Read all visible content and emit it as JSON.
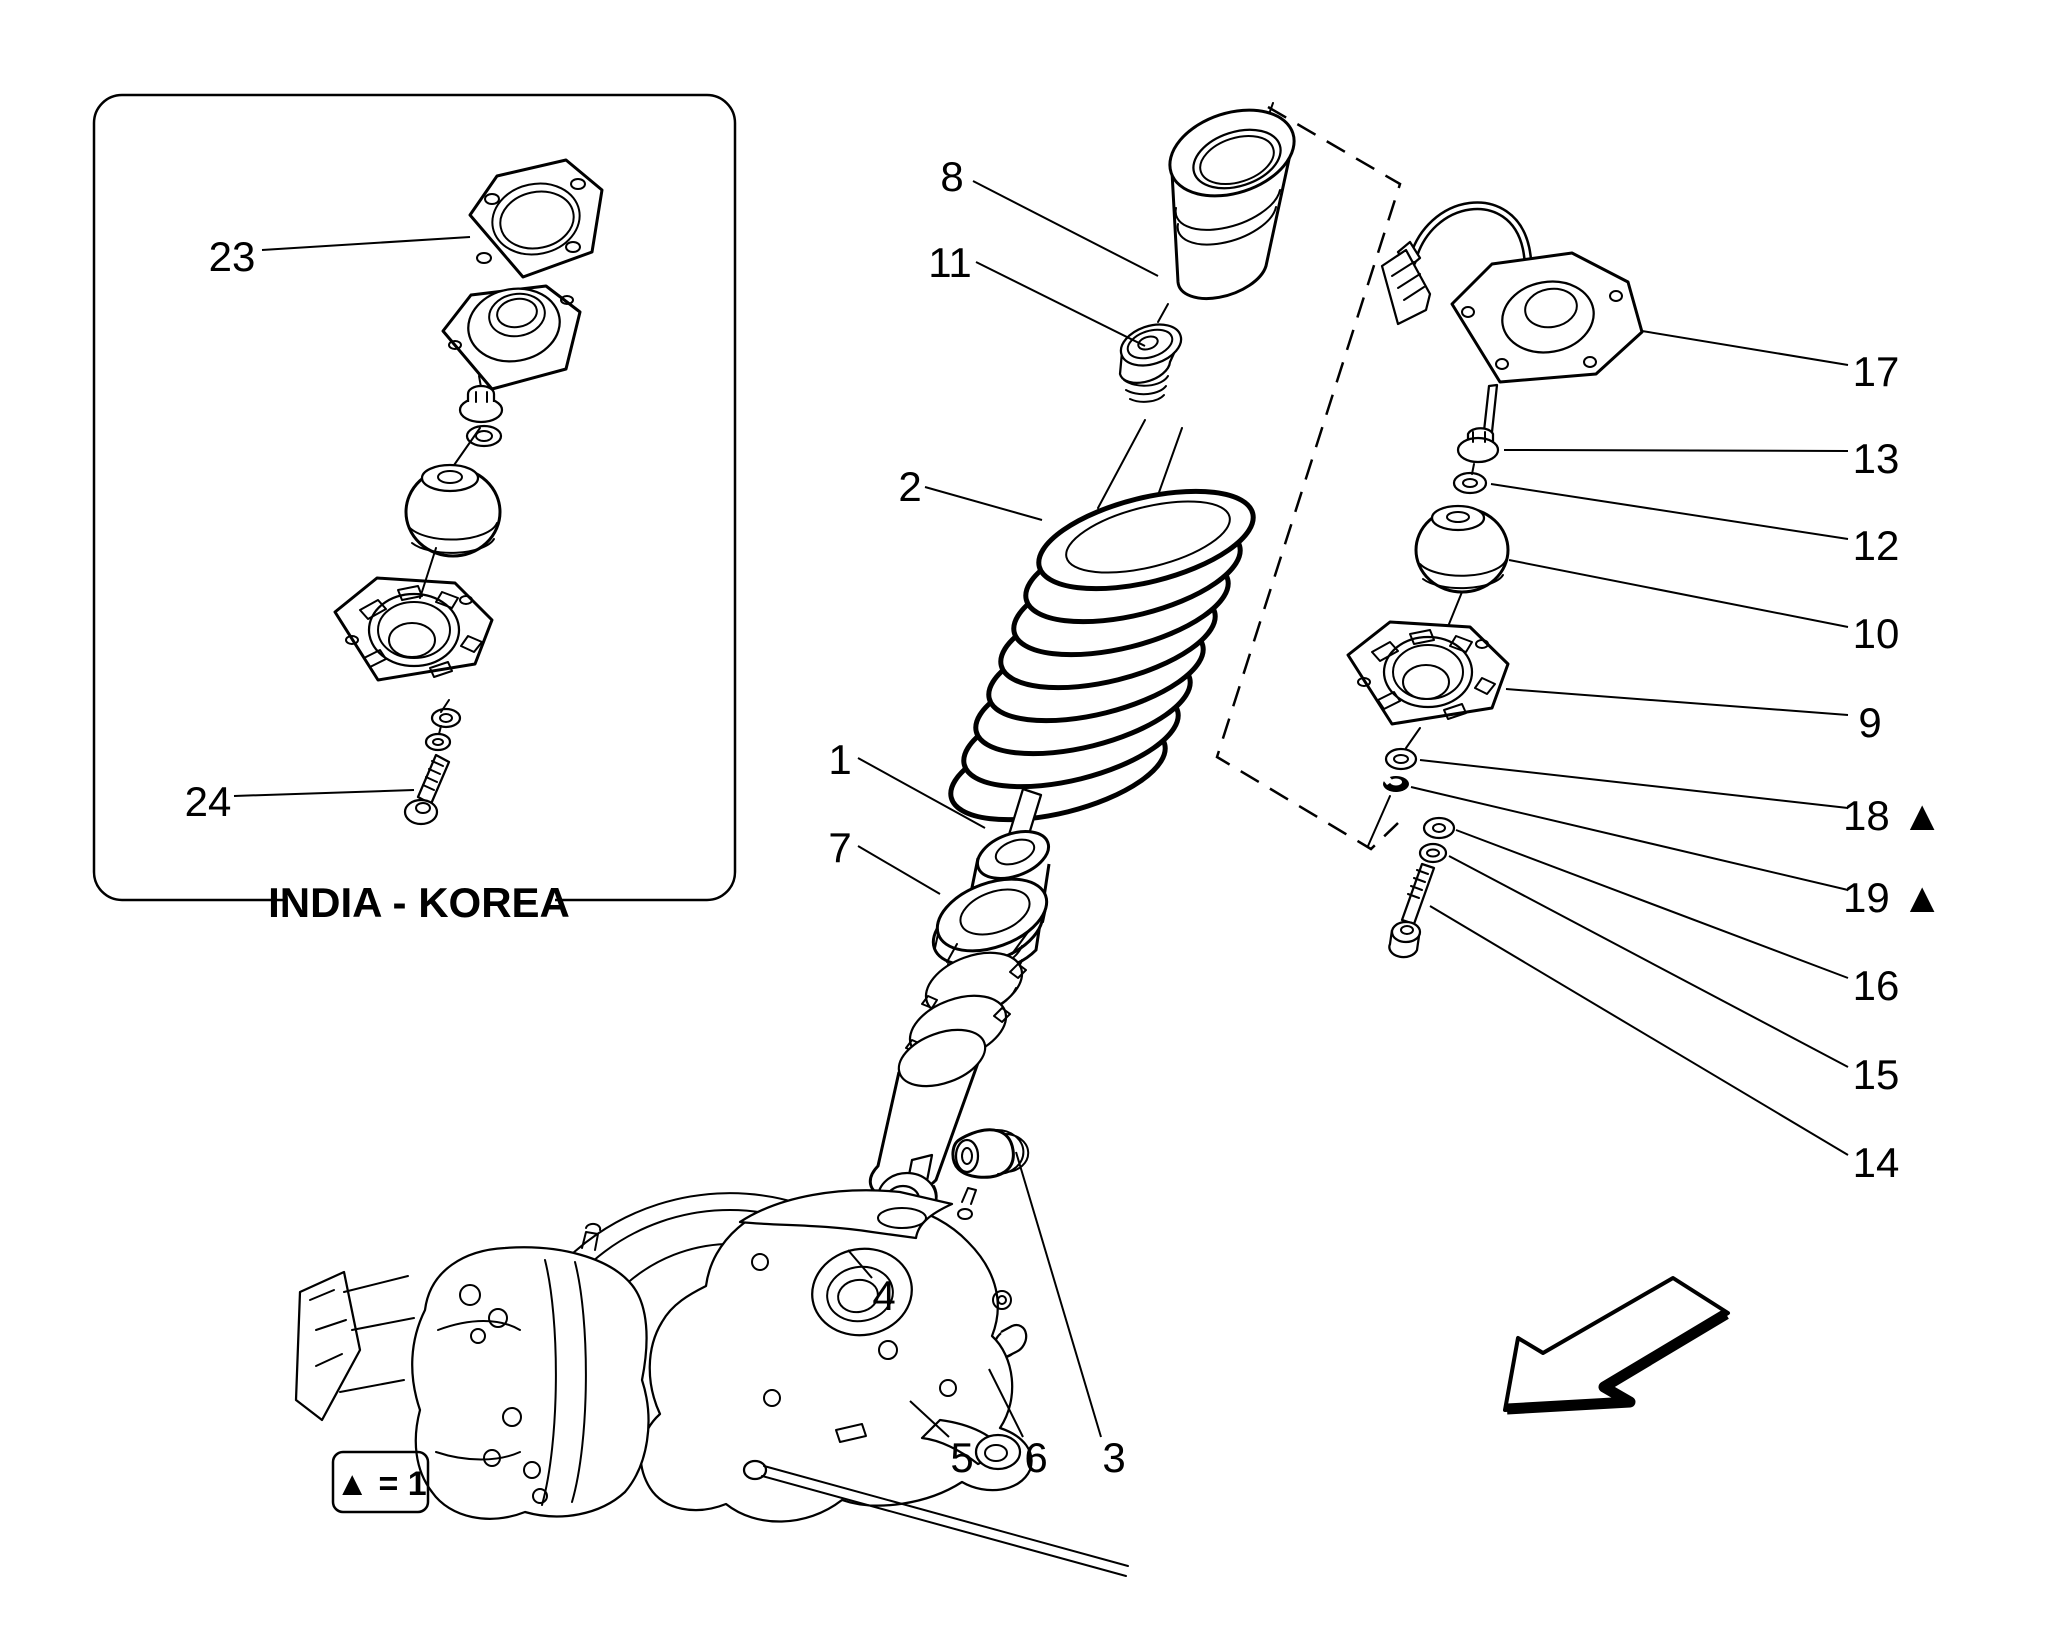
{
  "diagram": {
    "region_label": "INDIA - KOREA",
    "legend_text": "▲ = 1",
    "icons": {
      "direction_arrow": "↙",
      "triangle_marker": "▲"
    },
    "callouts": [
      {
        "text": "23"
      },
      {
        "text": "24"
      },
      {
        "text": "8"
      },
      {
        "text": "11"
      },
      {
        "text": "2"
      },
      {
        "text": "1"
      },
      {
        "text": "7"
      },
      {
        "text": "4"
      },
      {
        "text": "5"
      },
      {
        "text": "6"
      },
      {
        "text": "3"
      },
      {
        "text": "17"
      },
      {
        "text": "13"
      },
      {
        "text": "12"
      },
      {
        "text": "10"
      },
      {
        "text": "9"
      },
      {
        "text": "18 ▲"
      },
      {
        "text": "19 ▲"
      },
      {
        "text": "16"
      },
      {
        "text": "15"
      },
      {
        "text": "14"
      }
    ]
  }
}
